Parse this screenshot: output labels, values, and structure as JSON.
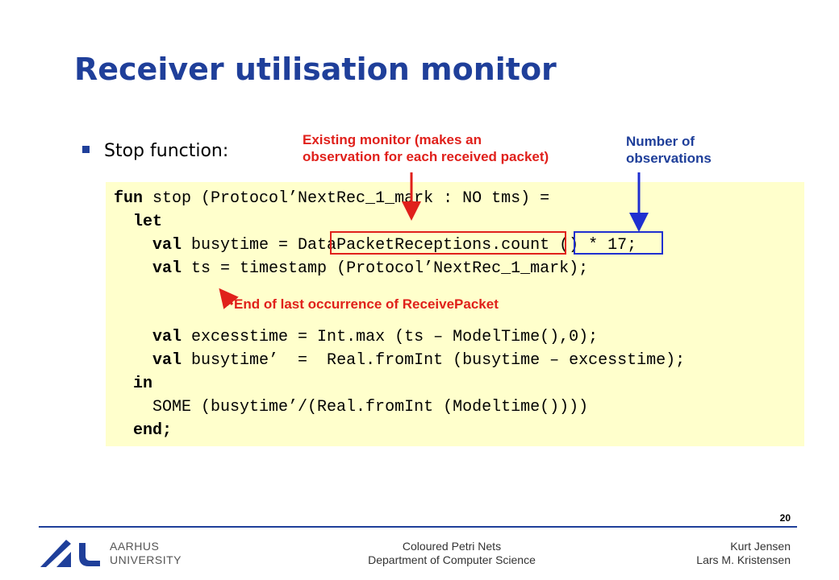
{
  "slide": {
    "title": "Receiver utilisation monitor",
    "bullet": "Stop function:"
  },
  "code": {
    "line1_kw": "fun",
    "line1_rest": " stop (Protocol’NextRec_1_mark : NO tms) =",
    "line2_kw": "let",
    "line3_kw": "val",
    "line3_rest": " busytime = DataPacketReceptions.count () * 17;",
    "line4_kw": "val",
    "line4_rest": " ts = timestamp (Protocol’NextRec_1_mark);",
    "line5_kw": "val",
    "line5_rest": " excesstime = Int.max (ts – ModelTime(),0);",
    "line6_kw": "val",
    "line6_rest": " busytime’  =  Real.fromInt (busytime – excesstime);",
    "line7_kw": "in",
    "line8": "SOME (busytime’/(Real.fromInt (Modeltime())))",
    "line9_kw": "end;"
  },
  "annotations": {
    "existing_monitor": "Existing monitor (makes an\nobservation for each received packet)",
    "number_of_observations": "Number of\nobservations",
    "end_of_last": "End of last occurrence of ReceivePacket"
  },
  "footer": {
    "page_number": "20",
    "university_line1": "AARHUS",
    "university_line2": "UNIVERSITY",
    "center_line1": "Coloured Petri Nets",
    "center_line2": "Department of Computer Science",
    "right_line1": "Kurt Jensen",
    "right_line2": "Lars M. Kristensen"
  },
  "colors": {
    "title_blue": "#1f3f9a",
    "annotation_red": "#e0201b",
    "code_background": "#ffffcc"
  }
}
